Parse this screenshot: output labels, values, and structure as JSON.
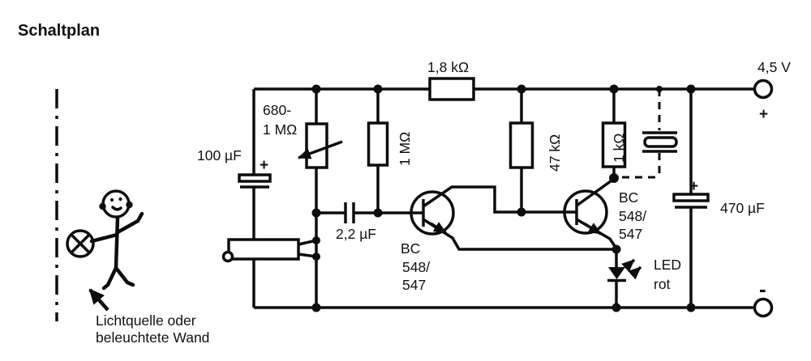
{
  "title": "Schaltplan",
  "scene": {
    "caption_line1": "Lichtquelle oder",
    "caption_line2": "beleuchtete Wand"
  },
  "supply": {
    "voltage": "4,5 V",
    "plus": "+",
    "minus": "-"
  },
  "labels": {
    "r_series": "1,8 kΩ",
    "r_var_line1": "680-",
    "r_var_line2": "1 MΩ",
    "c_in": "100 µF",
    "c_in_plus": "+",
    "r_base": "1 MΩ",
    "c_coupling": "2,2 µF",
    "r_mid": "47 kΩ",
    "r_led": "1 kΩ",
    "q1_line1": "BC",
    "q1_line2": "548/",
    "q1_line3": "547",
    "q2_line1": "BC",
    "q2_line2": "548/",
    "q2_line3": "547",
    "led_line1": "LED",
    "led_line2": "rot",
    "c_out": "470 µF",
    "c_out_plus": "+"
  }
}
